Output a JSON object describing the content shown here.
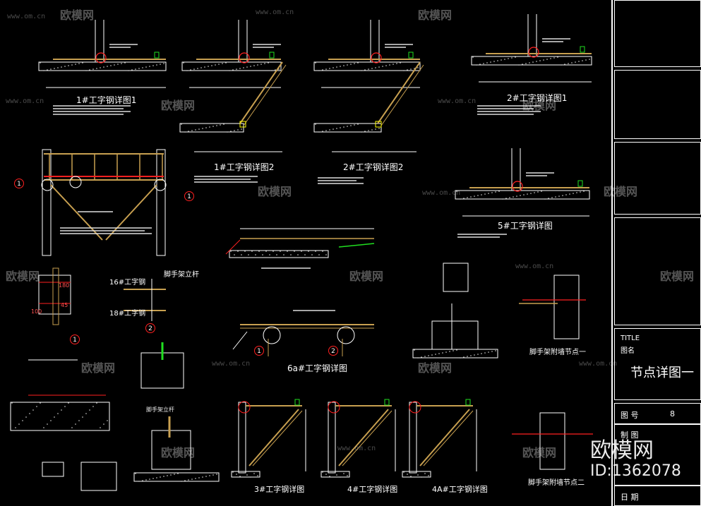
{
  "drawing": {
    "titles": {
      "d1": "1#工字钢详图1",
      "d2": "1#工字钢详图2",
      "d3": "2#工字钢详图2",
      "d4": "2#工字钢详图1",
      "d5": "5#工字钢详图",
      "d6": "6a#工字钢详图",
      "d7": "3#工字钢详图",
      "d8": "4#工字钢详图",
      "d9": "4A#工字钢详图",
      "n1": "脚手架附墙节点一",
      "n2": "脚手架附墙节点二",
      "lbl16": "16#工字钢",
      "lbl18": "18#工字钢",
      "lblpole": "脚手架立杆",
      "lblpole2": "脚手架立杆",
      "dim180": "180",
      "dim100": "100",
      "dim45": "45"
    },
    "markers": [
      "1",
      "1",
      "1",
      "2",
      "1",
      "2"
    ]
  },
  "title_block": {
    "title_label": "TITLE",
    "title_cn": "图名",
    "sheet_title": "节点详图一",
    "drawing_no_label": "图 号",
    "drawing_no": "8",
    "drawer_label": "制 图",
    "date_label": "日 期"
  },
  "watermark": {
    "brand": "欧模网",
    "url": "www.om.cn",
    "id": "ID:1362078"
  },
  "colors": {
    "background": "#000000",
    "line": "#ffffff",
    "steel": "#c8a050",
    "marker": "#ff2020",
    "highlight": "#ffff00",
    "green": "#20e020",
    "dim": "#00c8c8"
  }
}
